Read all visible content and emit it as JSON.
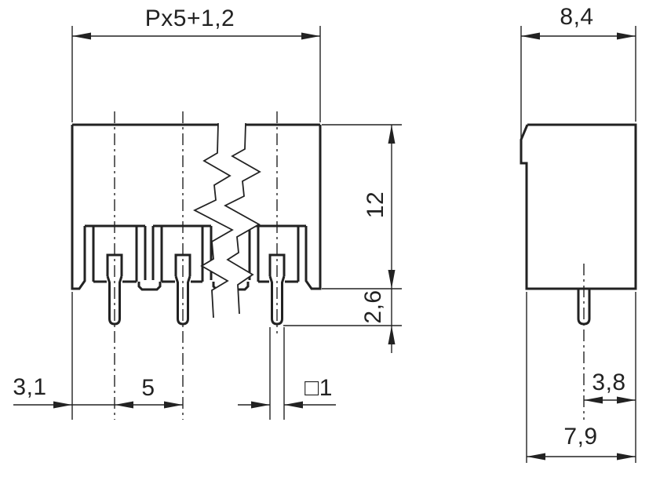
{
  "page": {
    "background": "#ffffff",
    "line_color": "#222222"
  },
  "dims": {
    "overall_length": "Px5+1,2",
    "overall_depth": "8,4",
    "body_height": "12",
    "pin_protrusion": "2,6",
    "edge_to_pin": "3,1",
    "pitch": "5",
    "pin_square": "□1",
    "pin_to_back": "3,8",
    "body_depth": "7,9"
  }
}
